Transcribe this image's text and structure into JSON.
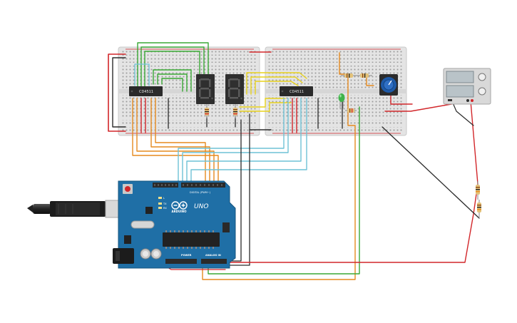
{
  "canvas": {
    "background": "#ffffff"
  },
  "chips": [
    {
      "id": "chip-left",
      "label": "CD4511"
    },
    {
      "id": "chip-right",
      "label": "CD4511"
    }
  ],
  "arduino": {
    "uno_text": "UNO",
    "brand_text": "ARDUINO",
    "digital_label": "DIGITAL (PWM~)",
    "power_label": "POWER",
    "analog_label": "ANALOG IN",
    "tx_label": "TX",
    "rx_label": "RX",
    "l_label": "L"
  },
  "colors": {
    "board": "#1f6fa6",
    "breadboard": "#e4e4e4",
    "wire_red": "#d2262a",
    "wire_black": "#2b2b2b",
    "wire_green": "#3aa935",
    "wire_orange": "#e58a1f",
    "wire_cyan": "#6fc2d6",
    "wire_yellow": "#e8d21c",
    "led_green": "#3fb34a",
    "pot_blue": "#1e5aa8"
  },
  "seven_segments": [
    {
      "id": "seg-left"
    },
    {
      "id": "seg-right"
    }
  ],
  "power_supply": {
    "id": "dc-power-supply"
  }
}
